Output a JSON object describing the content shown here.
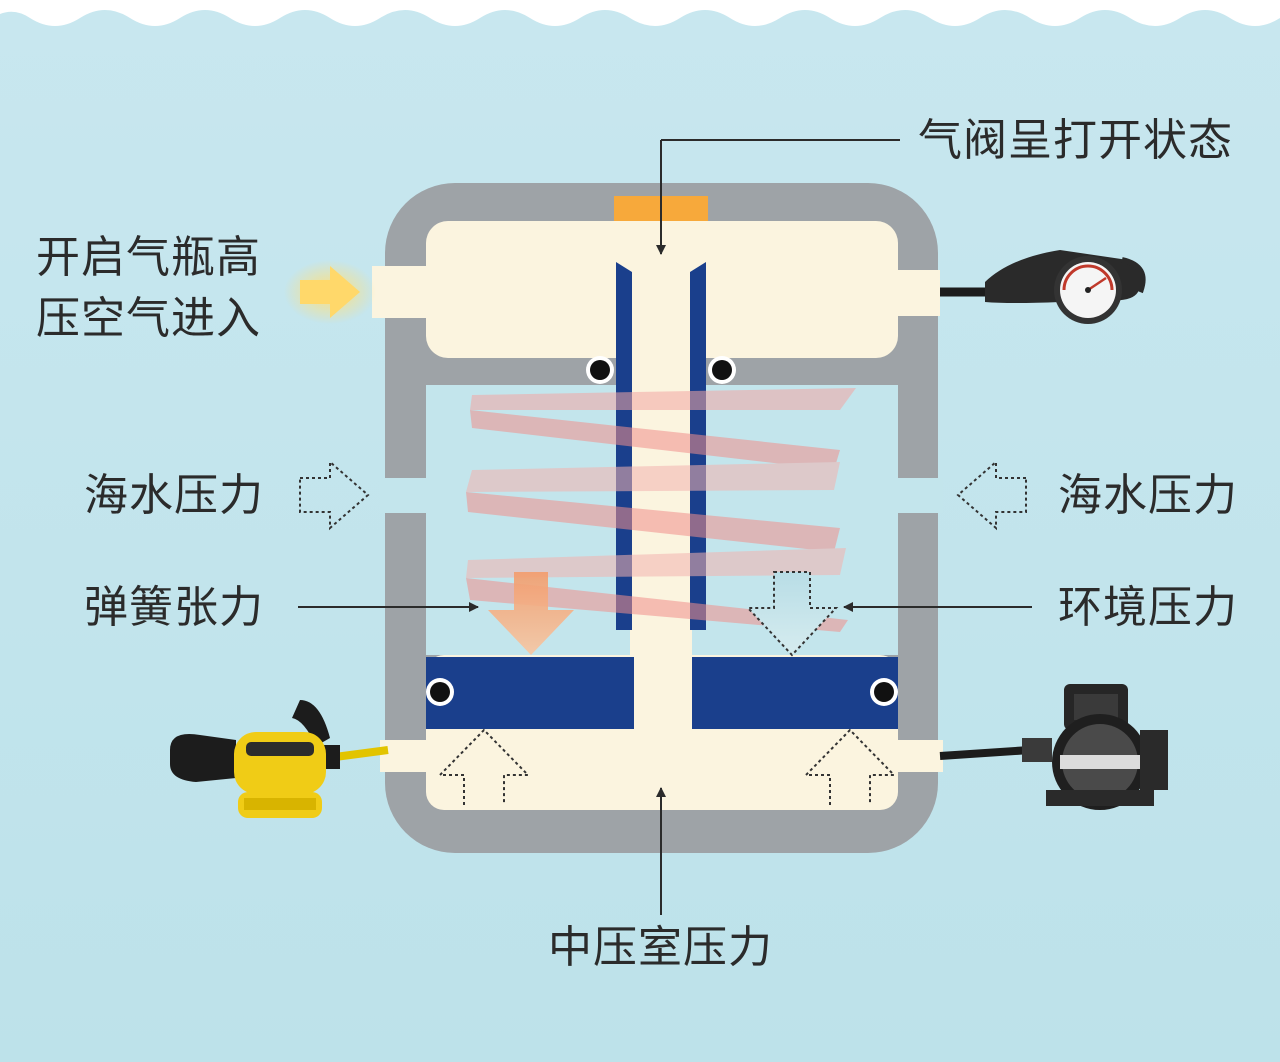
{
  "labels": {
    "valve_state": "气阀呈打开状态",
    "inlet_line1": "开启气瓶高",
    "inlet_line2": "压空气进入",
    "seawater_pressure_left": "海水压力",
    "seawater_pressure_right": "海水压力",
    "spring_tension": "弹簧张力",
    "ambient_pressure": "环境压力",
    "intermediate_chamber_pressure": "中压室压力"
  },
  "colors": {
    "background": "#bfe3ec",
    "housing": "#9ea3a7",
    "chamber": "#fbf4df",
    "piston": "#1a3f8c",
    "spring": "#f3a7a4",
    "inlet_arrow": "#ffd86a",
    "seat": "#f7a93b",
    "label_text": "#2b2b2b"
  },
  "icons": {
    "pressure_gauge": "pressure-gauge-icon",
    "first_stage": "first-stage-regulator-icon",
    "octopus": "octopus-second-stage-icon"
  }
}
